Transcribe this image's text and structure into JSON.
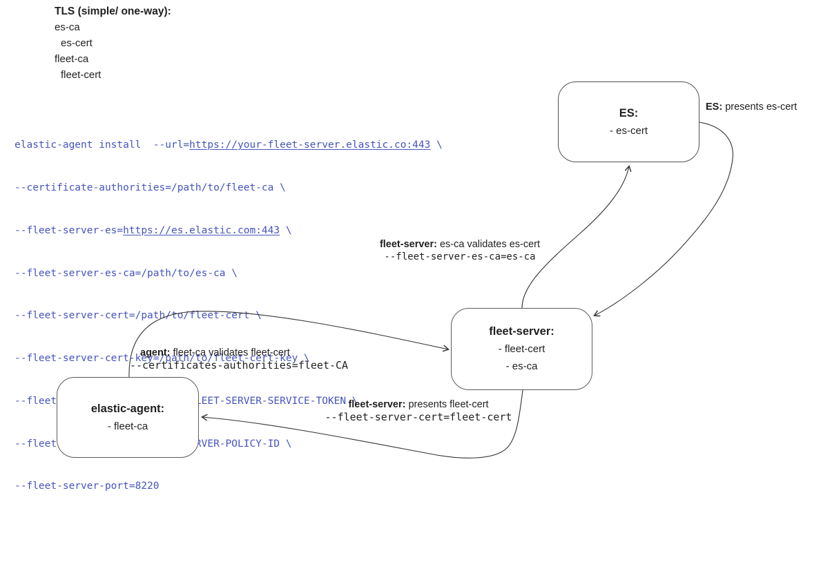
{
  "legend": {
    "title": "TLS (simple/ one-way):",
    "items": [
      {
        "text": "es-ca"
      },
      {
        "text": "es-cert"
      },
      {
        "text": "fleet-ca"
      },
      {
        "text": "fleet-cert"
      }
    ]
  },
  "command": {
    "lines": [
      {
        "segments": [
          {
            "text": "elastic-agent install  --url="
          },
          {
            "text": "https://your-fleet-server.elastic.co:443",
            "link": true
          },
          {
            "text": " \\"
          }
        ]
      },
      {
        "segments": [
          {
            "text": "--certificate-authorities=/path/to/fleet-ca \\"
          }
        ]
      },
      {
        "segments": [
          {
            "text": "--fleet-server-es="
          },
          {
            "text": "https://es.elastic.com:443",
            "link": true
          },
          {
            "text": " \\"
          }
        ]
      },
      {
        "segments": [
          {
            "text": "--fleet-server-es-ca=/path/to/es-ca \\"
          }
        ]
      },
      {
        "segments": [
          {
            "text": "--fleet-server-cert=/path/to/fleet-cert \\"
          }
        ]
      },
      {
        "segments": [
          {
            "text": "--fleet-server-cert-key=/path/to/fleet-cert-key \\"
          }
        ]
      },
      {
        "segments": [
          {
            "text": "--fleet-server-service-token=FLEET-SERVER-SERVICE-TOKEN \\"
          }
        ]
      },
      {
        "segments": [
          {
            "text": "--fleet-server-policy=FLEET-SERVER-POLICY-ID \\"
          }
        ]
      },
      {
        "segments": [
          {
            "text": "--fleet-server-port=8220"
          }
        ]
      }
    ]
  },
  "nodes": {
    "es": {
      "title": "ES:",
      "items": [
        "- es-cert"
      ]
    },
    "fleet_server": {
      "title": "fleet-server:",
      "items": [
        "- fleet-cert",
        "- es-ca"
      ]
    },
    "elastic_agent": {
      "title": "elastic-agent:",
      "items": [
        "- fleet-ca"
      ]
    }
  },
  "annotations": {
    "es_presents": {
      "bold": "ES:",
      "text": " presents es-cert"
    },
    "fleet_validates": {
      "bold": "fleet-server:",
      "text": " es-ca validates es-cert",
      "code": "--fleet-server-es-ca=es-ca"
    },
    "agent_validates": {
      "bold": "agent:",
      "text": " fleet-ca validates fleet-cert",
      "code": "--certificates-authorities=fleet-CA"
    },
    "fleet_presents": {
      "bold": "fleet-server:",
      "text": " presents fleet-cert",
      "code": "--fleet-server-cert=fleet-cert"
    }
  },
  "colors": {
    "code_text": "#4654bc",
    "box_border": "#4f4f4f",
    "arrow": "#333333",
    "text": "#1f1f1f"
  }
}
